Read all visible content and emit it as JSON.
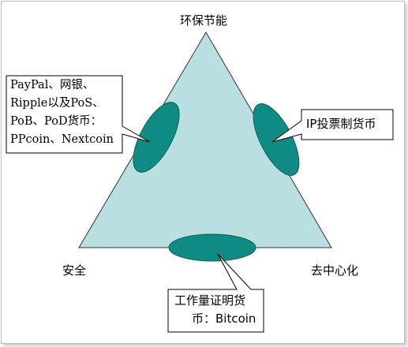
{
  "corners": {
    "top": "环保节能",
    "bottom_left": "安全",
    "bottom_right": "去中心化"
  },
  "callouts": {
    "left": {
      "lines": [
        "PayPal、网银、",
        "Ripple以及PoS、",
        "PoB、PoD货币：",
        "PPcoin、Nextcoin"
      ]
    },
    "right": {
      "lines": [
        "IP投票制货币"
      ]
    },
    "bottom": {
      "lines": [
        "工作量证明货",
        "币：Bitcoin"
      ]
    }
  },
  "colors": {
    "triangle_fill": "#b9dfe1",
    "triangle_stroke": "#333333",
    "ellipse_fill": "#0e8c84",
    "ellipse_stroke": "#0a5f5a",
    "callout_fill": "#ffffff",
    "callout_stroke": "#000000"
  }
}
